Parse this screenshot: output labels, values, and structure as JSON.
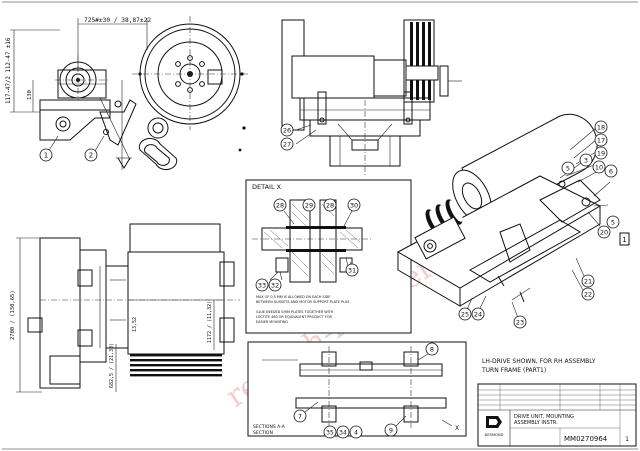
{
  "dimensions": {
    "top_width": "725#±30 / 38,87±22",
    "left_height": "117-47/2 112-47 ±16",
    "small_vertical": "130",
    "bottom_height": "2700 / (130,65)",
    "mid_vertical": "682,5 / (21,30)",
    "right_vertical": "1172 / (11,32)",
    "inner_vertical": "13,52"
  },
  "detail": {
    "title": "DETAIL X",
    "balloons": [
      "28",
      "29",
      "28",
      "30",
      "31",
      "33",
      "32"
    ],
    "notes": [
      "MAX OF 0,5 MM IS ALLOWED ON EACH SIDE",
      "BETWEEN GUSSETS AND MOTOR SUPPORT PLATE PLUS",
      "GLUE NEEDED SHIM PLATES TOGETHER WITH",
      "LOCTITE 480 OR EQUIVALENT PRODUCT FOR",
      "EASIER MOUNTING"
    ]
  },
  "section": {
    "label_line1": "SECTIONS A-A",
    "label_line2": "SECTION",
    "marker": "X",
    "balloons": [
      "7",
      "35",
      "34",
      "4",
      "9",
      "8"
    ]
  },
  "left_balloons": [
    "1",
    "2"
  ],
  "top_mid_balloons": [
    "26",
    "27"
  ],
  "iso_balloons": [
    "18",
    "17",
    "19",
    "10",
    "3",
    "5",
    "6",
    "5",
    "20",
    "21",
    "22",
    "23",
    "24",
    "25"
  ],
  "iso_marker": "1",
  "view_note_line1": "LH-DRIVE SHOWN, FOR RH ASSEMBLY",
  "view_note_line2": "TURN FRAME (PART1)",
  "watermark": "rexroth-reducer",
  "title_block": {
    "title_line1": "DRIVE UNIT, MOUNTING",
    "title_line2": "ASSEMBLY INSTR.",
    "drawing_number": "MM0270964",
    "sheet": "1",
    "company": "DESMOND"
  },
  "colors": {
    "line": "#111111",
    "watermark": "#e9a9a9",
    "paper": "#ffffff"
  }
}
